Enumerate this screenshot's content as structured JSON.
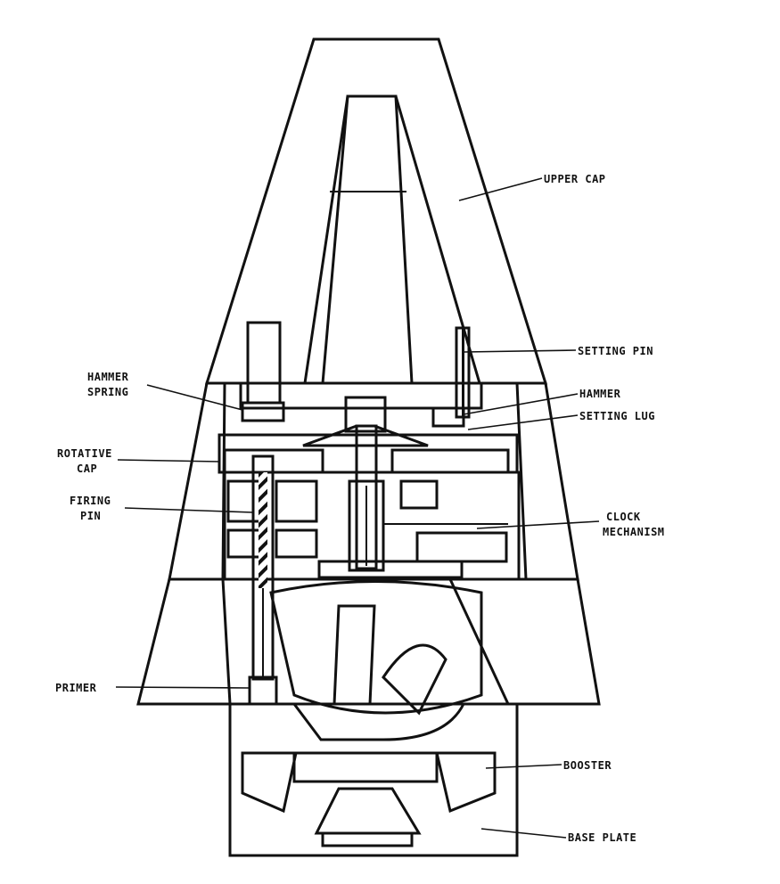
{
  "figure": {
    "description_free": true,
    "labels": {
      "upper_cap": "UPPER CAP",
      "setting_pin": "SETTING PIN",
      "hammer_spring_1": "HAMMER",
      "hammer_spring_2": "SPRING",
      "hammer": "HAMMER",
      "setting_lug": "SETTING LUG",
      "rotative_cap_1": "ROTATIVE",
      "rotative_cap_2": "CAP",
      "firing_pin_1": "FIRING",
      "firing_pin_2": "PIN",
      "clock_mechanism_1": "CLOCK",
      "clock_mechanism_2": "MECHANISM",
      "primer": "PRIMER",
      "booster": "BOOSTER",
      "base_plate": "BASE PLATE"
    }
  },
  "colors": {
    "ink": "#111111",
    "paper": "#ffffff"
  }
}
